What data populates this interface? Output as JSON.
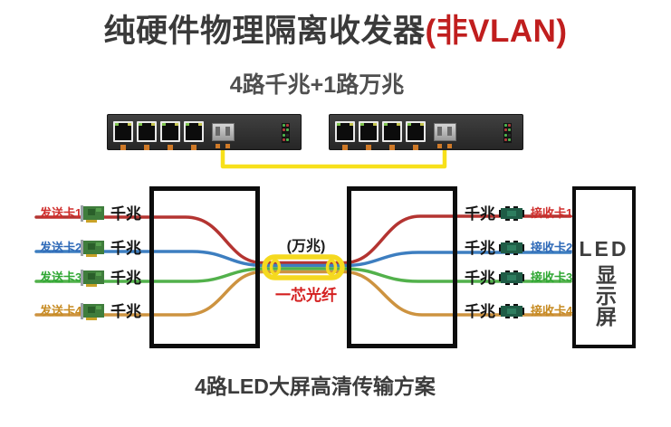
{
  "title": {
    "main": "纯硬件物理隔离收发器",
    "highlight": "(非VLAN)"
  },
  "subtitle": "4路千兆+1路万兆",
  "caption": "4路LED大屏高清传输方案",
  "middle": {
    "top_label": "(万兆)",
    "bottom_label": "一芯光纤"
  },
  "led_panel": {
    "line1": "LED",
    "vertical": "显示屏"
  },
  "senders": [
    {
      "label": "发送卡1",
      "speed": "千兆",
      "color": "#d02e2c"
    },
    {
      "label": "发送卡2",
      "speed": "千兆",
      "color": "#2f6ab8"
    },
    {
      "label": "发送卡3",
      "speed": "千兆",
      "color": "#2fa733"
    },
    {
      "label": "发送卡4",
      "speed": "千兆",
      "color": "#c78b22"
    }
  ],
  "receivers": [
    {
      "label": "接收卡1",
      "speed": "千兆",
      "color": "#d02e2c"
    },
    {
      "label": "接收卡2",
      "speed": "千兆",
      "color": "#2f6ab8"
    },
    {
      "label": "接收卡3",
      "speed": "千兆",
      "color": "#2fa733"
    },
    {
      "label": "接收卡4",
      "speed": "千兆",
      "color": "#c78b22"
    }
  ],
  "colors": {
    "title_highlight": "#c01e1e",
    "fiber_text": "#d41f1f",
    "wire_red": "#b43431",
    "wire_blue": "#3d7ec0",
    "wire_green": "#52b14b",
    "wire_orange": "#cd9340",
    "fiber_yellow": "#f5d91f",
    "cable_yellow": "#f7e01a"
  },
  "icons": {
    "sender_card": "network-card-icon",
    "receiver_card": "receiver-module-icon",
    "rj45": "rj45-port-icon",
    "sfp": "sfp-port-icon"
  }
}
